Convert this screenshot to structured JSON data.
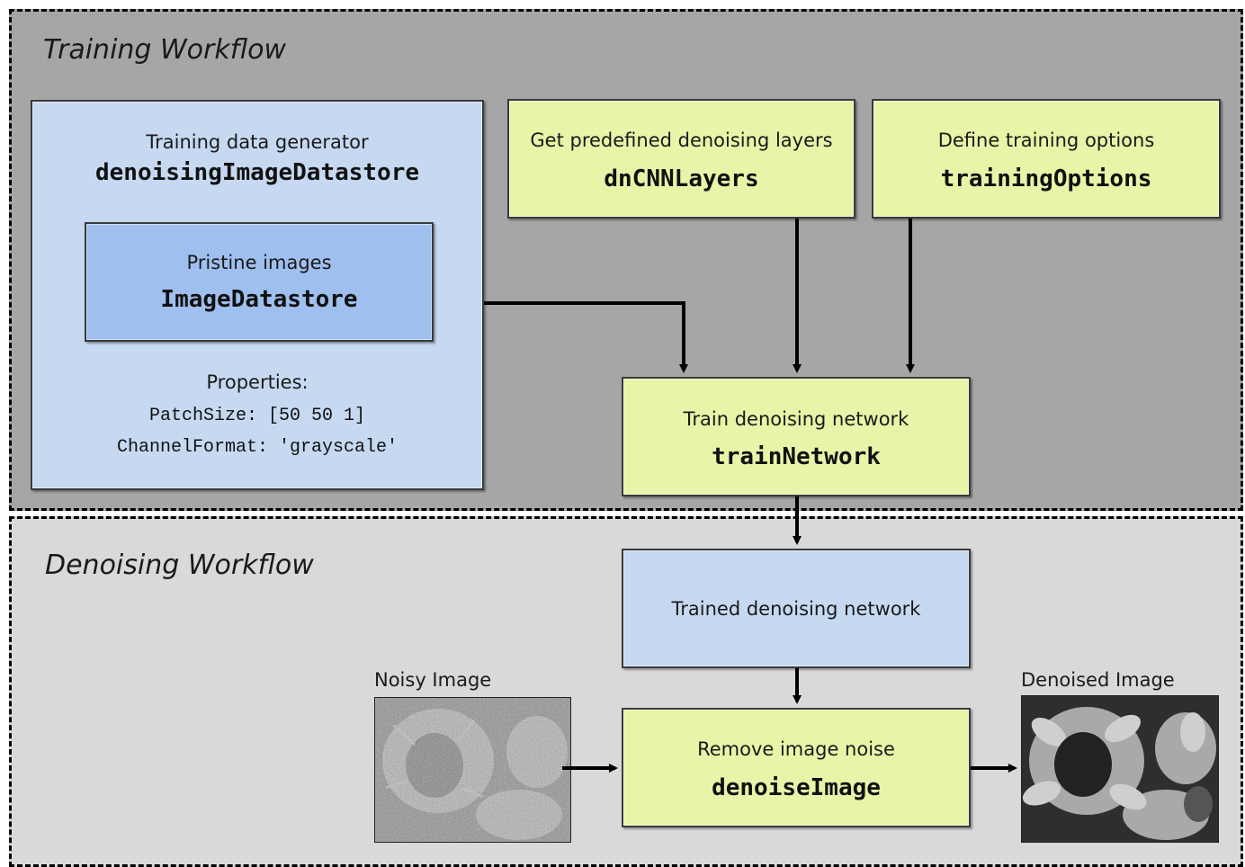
{
  "training": {
    "title": "Training Workflow",
    "generator": {
      "label": "Training data generator",
      "function": "denoisingImageDatastore",
      "pristine": {
        "label": "Pristine images",
        "function": "ImageDatastore"
      },
      "properties_label": "Properties:",
      "properties": [
        "PatchSize: [50 50 1]",
        "ChannelFormat: 'grayscale'"
      ]
    },
    "layers": {
      "label": "Get predefined denoising layers",
      "function": "dnCNNLayers"
    },
    "options": {
      "label": "Define training options",
      "function": "trainingOptions"
    },
    "train": {
      "label": "Train denoising network",
      "function": "trainNetwork"
    }
  },
  "denoising": {
    "title": "Denoising Workflow",
    "trained": {
      "label": "Trained denoising network"
    },
    "remove": {
      "label": "Remove image noise",
      "function": "denoiseImage"
    },
    "noisy_caption": "Noisy Image",
    "denoised_caption": "Denoised Image"
  },
  "colors": {
    "training_bg": "#a6a6a6",
    "denoising_bg": "#d9d9d9",
    "light_blue": "#c6d9f1",
    "mid_blue": "#9fbfee",
    "yellow_green": "#e6f5a8"
  }
}
